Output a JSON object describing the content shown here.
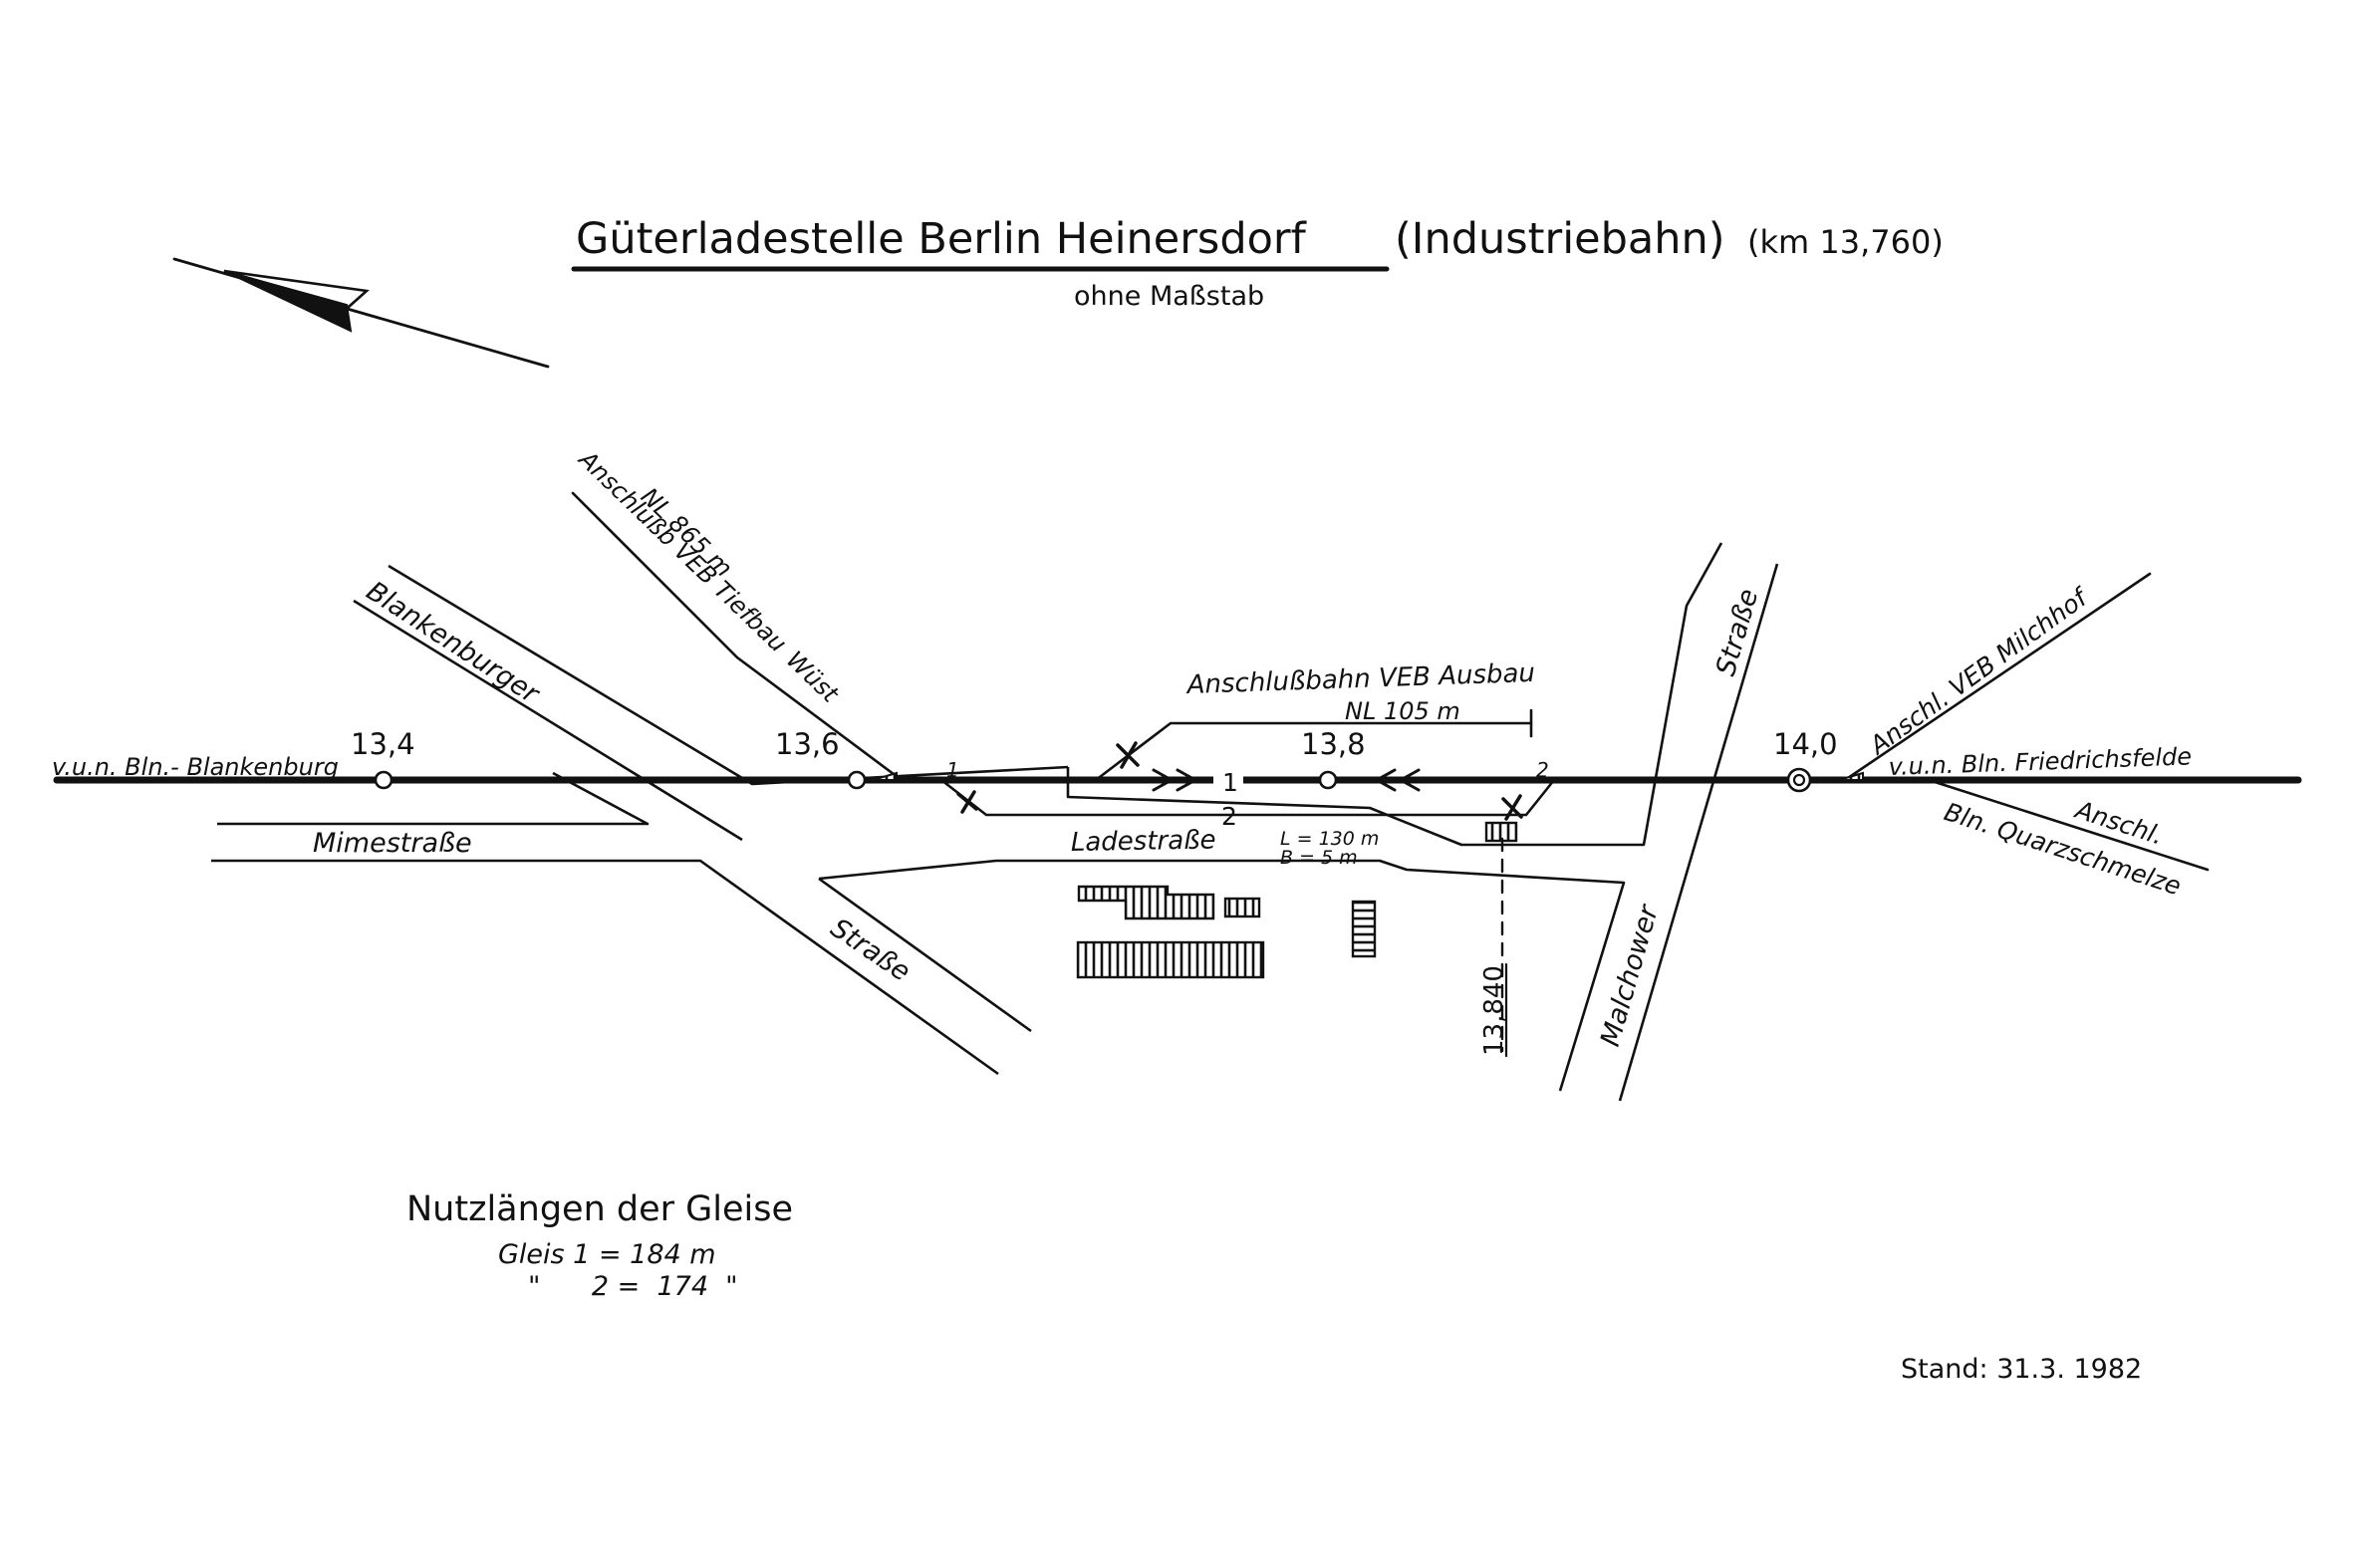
{
  "title": {
    "main": "Güterladestelle  Berlin  Heinersdorf",
    "paren": "(Industriebahn)",
    "km": "(km 13,760)",
    "subtitle": "ohne  Maßstab"
  },
  "km_markers": {
    "k134": "13,4",
    "k136": "13,6",
    "k138": "13,8",
    "k140": "14,0"
  },
  "line_labels": {
    "left_main": "v.u.n. Bln.- Blankenburg",
    "right_main": "v.u.n. Bln. Friedrichsfelde",
    "siding_tiefbau_1": "Anschlußb VEB Tiefbau",
    "siding_tiefbau_2": "NL 865 m",
    "siding_tiefbau_3": "Wüst",
    "siding_ausbau_1": "Anschlußbahn  VEB Ausbau",
    "siding_ausbau_2": "NL  105 m",
    "siding_milchhof": "Anschl. VEB Milchhof",
    "siding_quarz_1": "Anschl.",
    "siding_quarz_2": "Bln.  Quarzschmelze"
  },
  "track_numbers": {
    "t1": "1",
    "t2": "2",
    "switch_1": "1",
    "switch_2": "2"
  },
  "streets": {
    "blankenburger": "Blankenburger",
    "strasse_lower": "Straße",
    "mimestrasse": "Mimestraße",
    "ladestrasse": "Ladestraße",
    "ladestrasse_length": "L = 130 m",
    "ladestrasse_width": "B =   5 m",
    "malchower": "Malchower",
    "strasse_upper": "Straße"
  },
  "crossing_km": "13,840",
  "usable_lengths": {
    "heading": "Nutzlängen der Gleise",
    "row1": "Gleis  1 =  184 m",
    "row2": "\"      2 =  174  \""
  },
  "stand": "Stand:  31.3. 1982"
}
